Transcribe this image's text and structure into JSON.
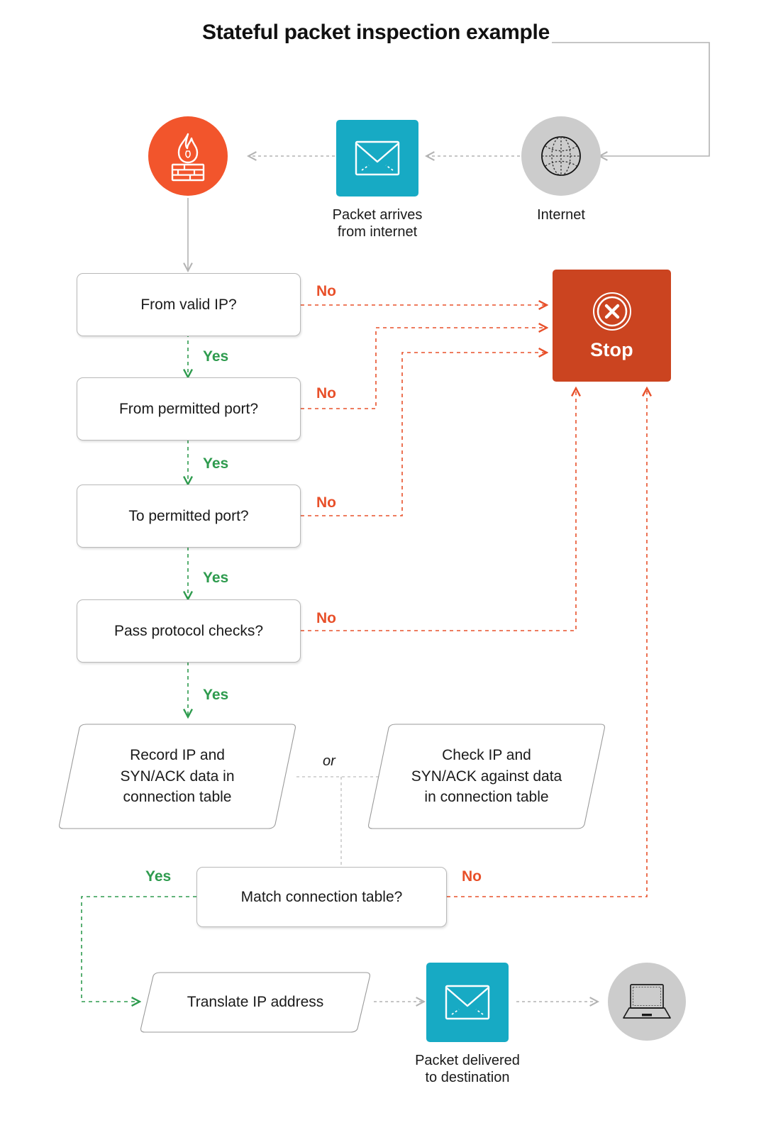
{
  "diagram": {
    "title": "Stateful packet inspection example",
    "colors": {
      "stop_block": "#cb4420",
      "packet_tile": "#17aac4",
      "firewall_circle": "#f2552c",
      "neutral_circle": "#cccccc",
      "yes_green": "#2e9b4e",
      "no_red": "#e8502a",
      "neutral_wire": "#b3b3b3",
      "box_border": "#b9b9b9",
      "text": "#1a1a1a"
    }
  },
  "nodes": {
    "firewall": {
      "name": "firewall-icon",
      "label": ""
    },
    "packet_in": {
      "name": "packet-icon",
      "caption_line1": "Packet arrives",
      "caption_line2": "from internet"
    },
    "internet": {
      "name": "globe-icon",
      "caption": "Internet"
    },
    "stop": {
      "label": "Stop",
      "icon": "circle-x-icon"
    },
    "packet_out": {
      "name": "packet-icon",
      "caption_line1": "Packet delivered",
      "caption_line2": "to destination"
    },
    "destination": {
      "name": "laptop-icon",
      "caption": ""
    }
  },
  "decisions": [
    {
      "id": "valid-ip",
      "label": "From valid IP?"
    },
    {
      "id": "from-permitted-port",
      "label": "From permitted port?"
    },
    {
      "id": "to-permitted-port",
      "label": "To permitted port?"
    },
    {
      "id": "protocol-checks",
      "label": "Pass protocol checks?"
    },
    {
      "id": "match-connection-table",
      "label": "Match connection table?"
    }
  ],
  "processes": [
    {
      "id": "record-ip",
      "line1": "Record IP and",
      "line2": "SYN/ACK data in",
      "line3": "connection table"
    },
    {
      "id": "check-ip",
      "line1": "Check IP and",
      "line2": "SYN/ACK against data",
      "line3": "in connection table"
    },
    {
      "id": "translate-ip",
      "line1": "Translate IP address"
    }
  ],
  "edge_labels": {
    "yes": "Yes",
    "no": "No",
    "or": "or"
  },
  "edges": [
    {
      "from": "valid-ip",
      "to": "stop",
      "label": "No"
    },
    {
      "from": "valid-ip",
      "to": "from-permitted-port",
      "label": "Yes"
    },
    {
      "from": "from-permitted-port",
      "to": "stop",
      "label": "No"
    },
    {
      "from": "from-permitted-port",
      "to": "to-permitted-port",
      "label": "Yes"
    },
    {
      "from": "to-permitted-port",
      "to": "stop",
      "label": "No"
    },
    {
      "from": "to-permitted-port",
      "to": "protocol-checks",
      "label": "Yes"
    },
    {
      "from": "protocol-checks",
      "to": "stop",
      "label": "No"
    },
    {
      "from": "protocol-checks",
      "to": "record-ip",
      "label": "Yes"
    },
    {
      "from": "record-ip",
      "to": "check-ip",
      "label": "or"
    },
    {
      "from": "check-ip",
      "to": "match-connection-table",
      "label": ""
    },
    {
      "from": "match-connection-table",
      "to": "stop",
      "label": "No"
    },
    {
      "from": "match-connection-table",
      "to": "translate-ip",
      "label": "Yes"
    },
    {
      "from": "translate-ip",
      "to": "packet_out",
      "label": ""
    },
    {
      "from": "packet_out",
      "to": "destination",
      "label": ""
    },
    {
      "from": "internet",
      "to": "packet_in",
      "label": ""
    },
    {
      "from": "packet_in",
      "to": "firewall",
      "label": ""
    }
  ]
}
